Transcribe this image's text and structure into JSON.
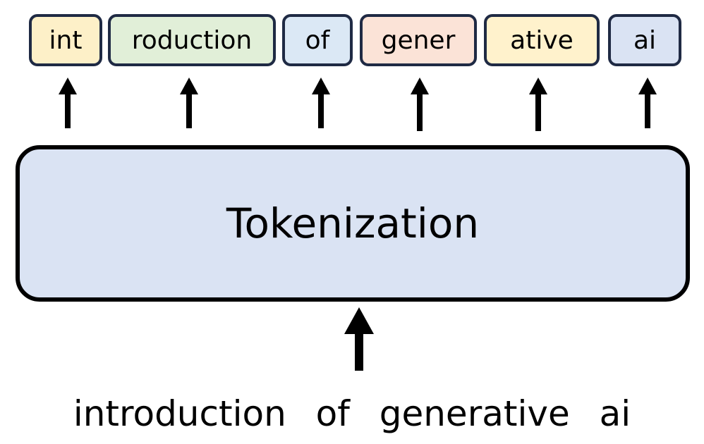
{
  "tokens": [
    {
      "text": "int",
      "color": "#fdf0c8"
    },
    {
      "text": "roduction",
      "color": "#e1efd8"
    },
    {
      "text": "of",
      "color": "#dbe8f5"
    },
    {
      "text": "gener",
      "color": "#fbe3d7"
    },
    {
      "text": "ative",
      "color": "#fff2cc"
    },
    {
      "text": "ai",
      "color": "#dae3f3"
    }
  ],
  "process": {
    "label": "Tokenization",
    "color": "#dae3f3"
  },
  "input_text": "introduction of generative ai"
}
